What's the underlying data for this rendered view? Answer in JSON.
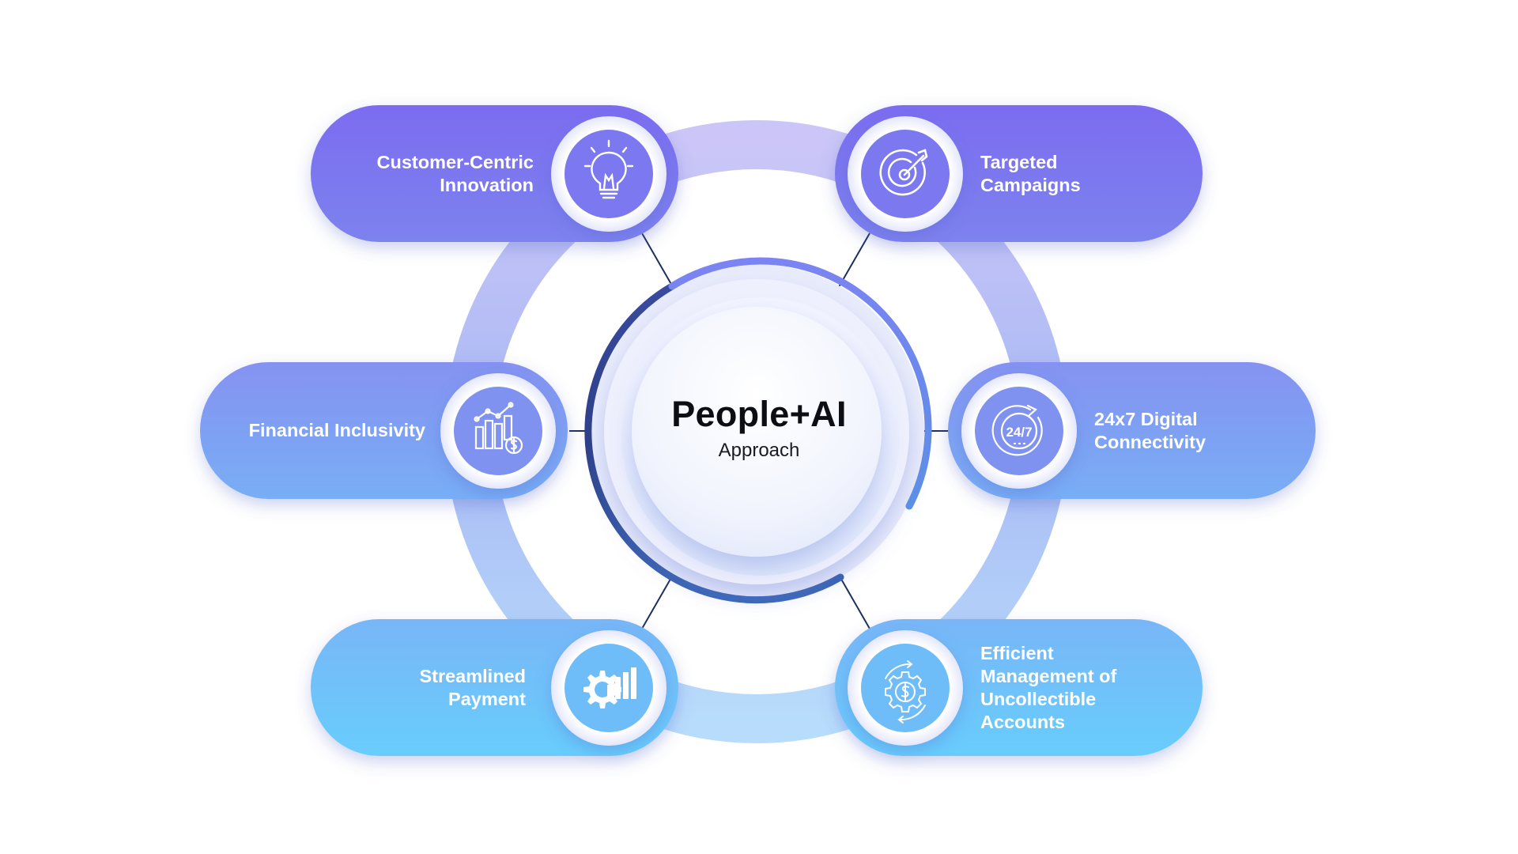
{
  "center": {
    "title": "People+AI",
    "subtitle": "Approach"
  },
  "items": [
    {
      "lines": [
        "Customer-Centric",
        "Innovation"
      ],
      "icon": "lightbulb-icon"
    },
    {
      "lines": [
        "Targeted",
        "Campaigns"
      ],
      "icon": "target-icon"
    },
    {
      "lines": [
        "Financial Inclusivity"
      ],
      "icon": "financial-chart-icon"
    },
    {
      "lines": [
        "24x7 Digital",
        "Connectivity"
      ],
      "icon": "clock-24-7-icon"
    },
    {
      "lines": [
        "Streamlined",
        "Payment"
      ],
      "icon": "gear-chart-icon"
    },
    {
      "lines": [
        "Efficient",
        "Management of",
        "Uncollectible",
        "Accounts"
      ],
      "icon": "gear-dollar-icon"
    }
  ],
  "colors": {
    "pill_top": "#7b6cf0",
    "pill_mid": "#7fa3f3",
    "pill_bottom": "#6ccbfb",
    "ring_top": "#c9c4f6",
    "ring_bottom": "#b9ddfb",
    "connector": "#1e2f5e",
    "title": "#0d0d14"
  }
}
